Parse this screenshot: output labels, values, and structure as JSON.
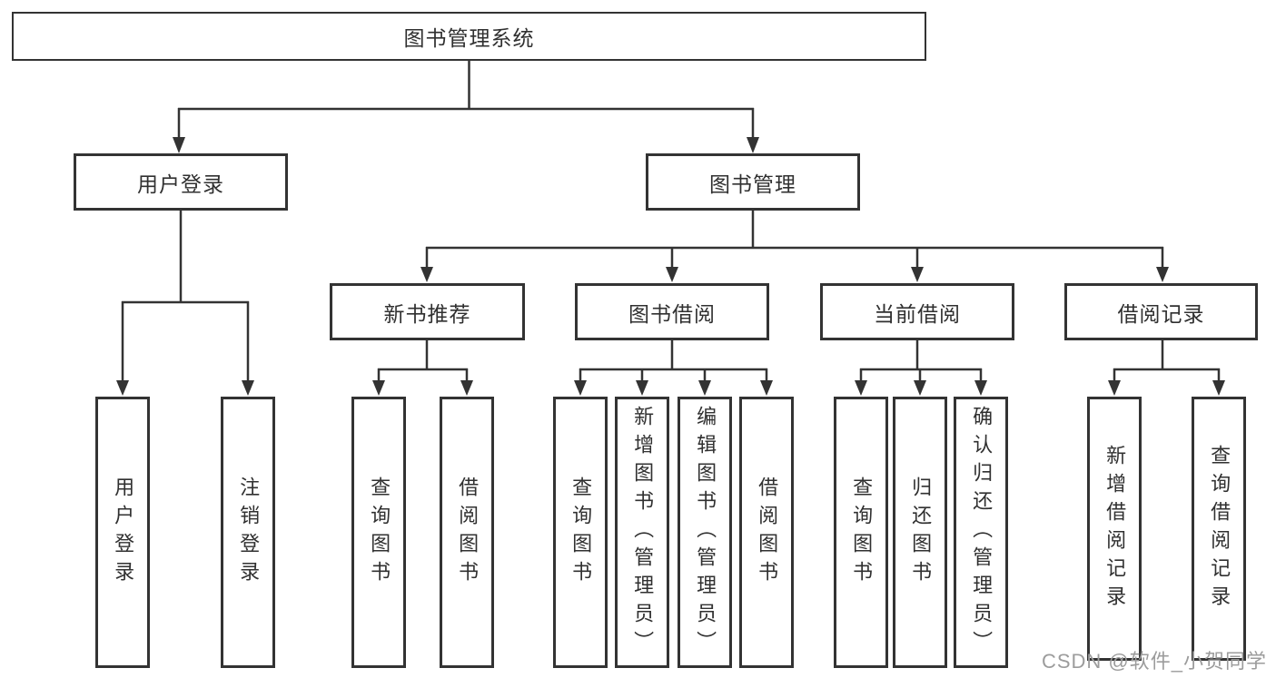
{
  "diagram": {
    "root": {
      "label": "图书管理系统"
    },
    "level1": [
      {
        "label": "用户登录"
      },
      {
        "label": "图书管理"
      }
    ],
    "level2": [
      {
        "label": "新书推荐"
      },
      {
        "label": "图书借阅"
      },
      {
        "label": "当前借阅"
      },
      {
        "label": "借阅记录"
      }
    ],
    "leaves": [
      {
        "label": "用户登录"
      },
      {
        "label": "注销登录"
      },
      {
        "label": "查询图书"
      },
      {
        "label": "借阅图书"
      },
      {
        "label": "查询图书"
      },
      {
        "label": "新增图书（管理员）"
      },
      {
        "label": "编辑图书（管理员）"
      },
      {
        "label": "借阅图书"
      },
      {
        "label": "查询图书"
      },
      {
        "label": "归还图书"
      },
      {
        "label": "确认归还（管理员）"
      },
      {
        "label": "新增借阅记录"
      },
      {
        "label": "查询借阅记录"
      }
    ]
  },
  "watermark": {
    "text": "CSDN @软件_小贺同学"
  },
  "colors": {
    "line": "#333333",
    "box_border": "#333333",
    "text": "#303030",
    "watermark_text": "#9c9c9c",
    "background": "#ffffff"
  }
}
